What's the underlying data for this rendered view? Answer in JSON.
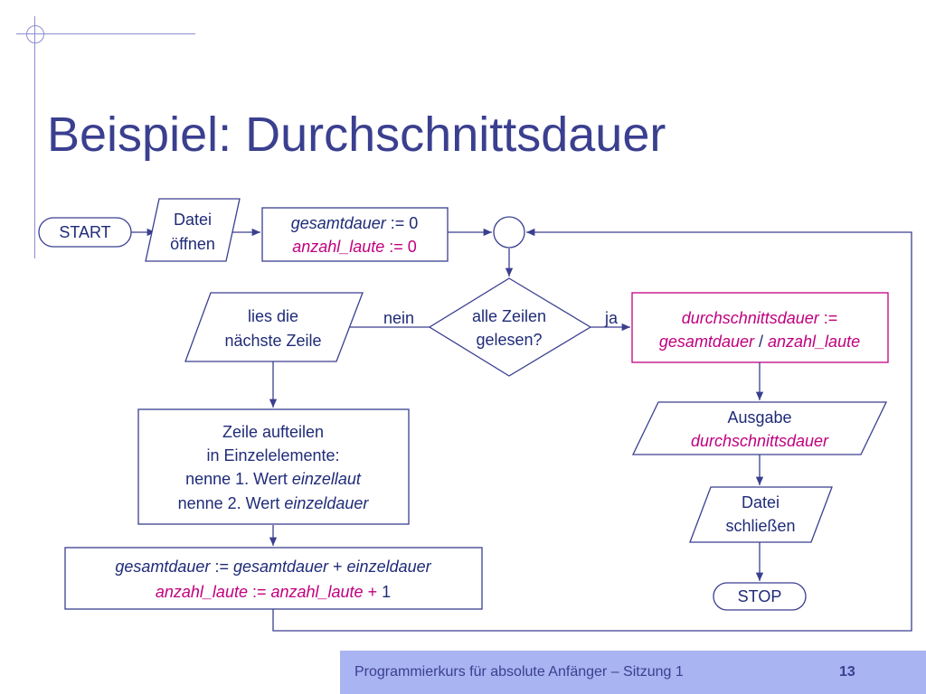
{
  "slide": {
    "title": "Beispiel: Durchschnittsdauer",
    "footer_text": "Programmierkurs für absolute Anfänger – Sitzung 1",
    "page_number": "13"
  },
  "flowchart": {
    "start": "START",
    "open_file": [
      "Datei",
      "öffnen"
    ],
    "init": {
      "line1_var": "gesamtdauer",
      "line1_rest": " := 0",
      "line2_var": "anzahl_laute",
      "line2_rest": " := 0"
    },
    "decision": [
      "alle Zeilen",
      "gelesen?"
    ],
    "label_no": "nein",
    "label_yes": "ja",
    "read_line": [
      "lies die",
      "nächste Zeile"
    ],
    "split": {
      "line1": "Zeile aufteilen",
      "line2": "in Einzelelemente:",
      "line3_text": "nenne 1. Wert ",
      "line3_var": "einzellaut",
      "line4_text": "nenne 2. Wert ",
      "line4_var": "einzeldauer"
    },
    "update": {
      "a1": "gesamtdauer",
      "a2": " := ",
      "a3": "gesamtdauer",
      "a4": " + ",
      "a5": "einzeldauer",
      "b1": "anzahl_laute",
      "b2": " := ",
      "b3": "anzahl_laute",
      "b4": " + ",
      "b5": "1"
    },
    "compute": {
      "line1_var": "durchschnittsdauer",
      "line1_rest": " :=",
      "line2_var1": "gesamtdauer",
      "line2_op": " / ",
      "line2_var2": "anzahl_laute"
    },
    "output": [
      "Ausgabe",
      "durchschnittsdauer"
    ],
    "close_file": [
      "Datei",
      "schließen"
    ],
    "stop": "STOP"
  },
  "colors": {
    "title": "#3a3f8f",
    "shape_stroke": "#3a3f8f",
    "highlight": "#c0007f",
    "footer_bg": "#a9b4f2"
  }
}
